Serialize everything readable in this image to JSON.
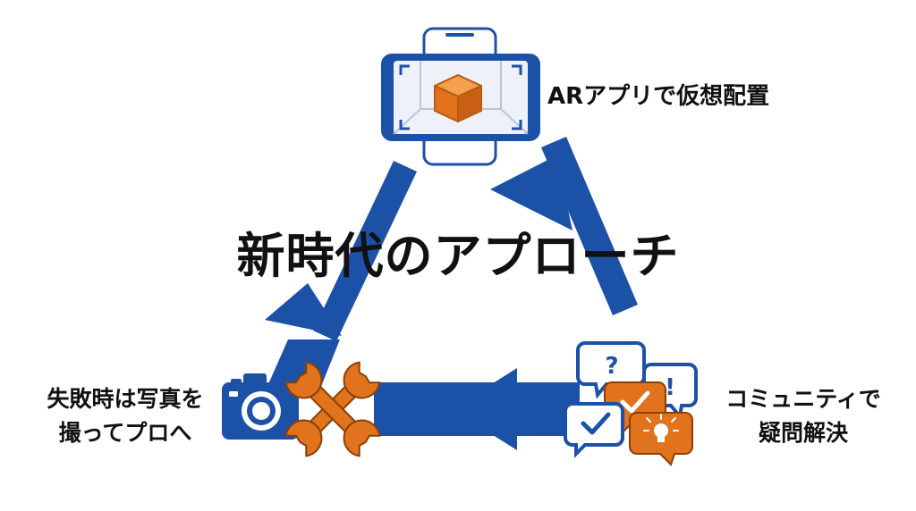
{
  "title": "新時代のアプローチ",
  "nodes": {
    "top": {
      "label": "ARアプリで仮想配置"
    },
    "left": {
      "lines": [
        "失敗時は写真を",
        "撮ってプロへ"
      ]
    },
    "right": {
      "lines": [
        "コミュニティで",
        "疑問解決"
      ]
    }
  },
  "bubble_glyphs": {
    "question": "?",
    "exclaim": "!"
  },
  "icons": [
    "smartphone-ar-icon",
    "ar-cube-icon",
    "camera-icon",
    "crossed-wrenches-icon",
    "chat-bubbles-icon",
    "lightbulb-icon"
  ],
  "colors": {
    "arrow_blue": "#1C51A8",
    "accent_orange": "#E0731B",
    "text": "#111111",
    "background": "#FFFFFF"
  }
}
